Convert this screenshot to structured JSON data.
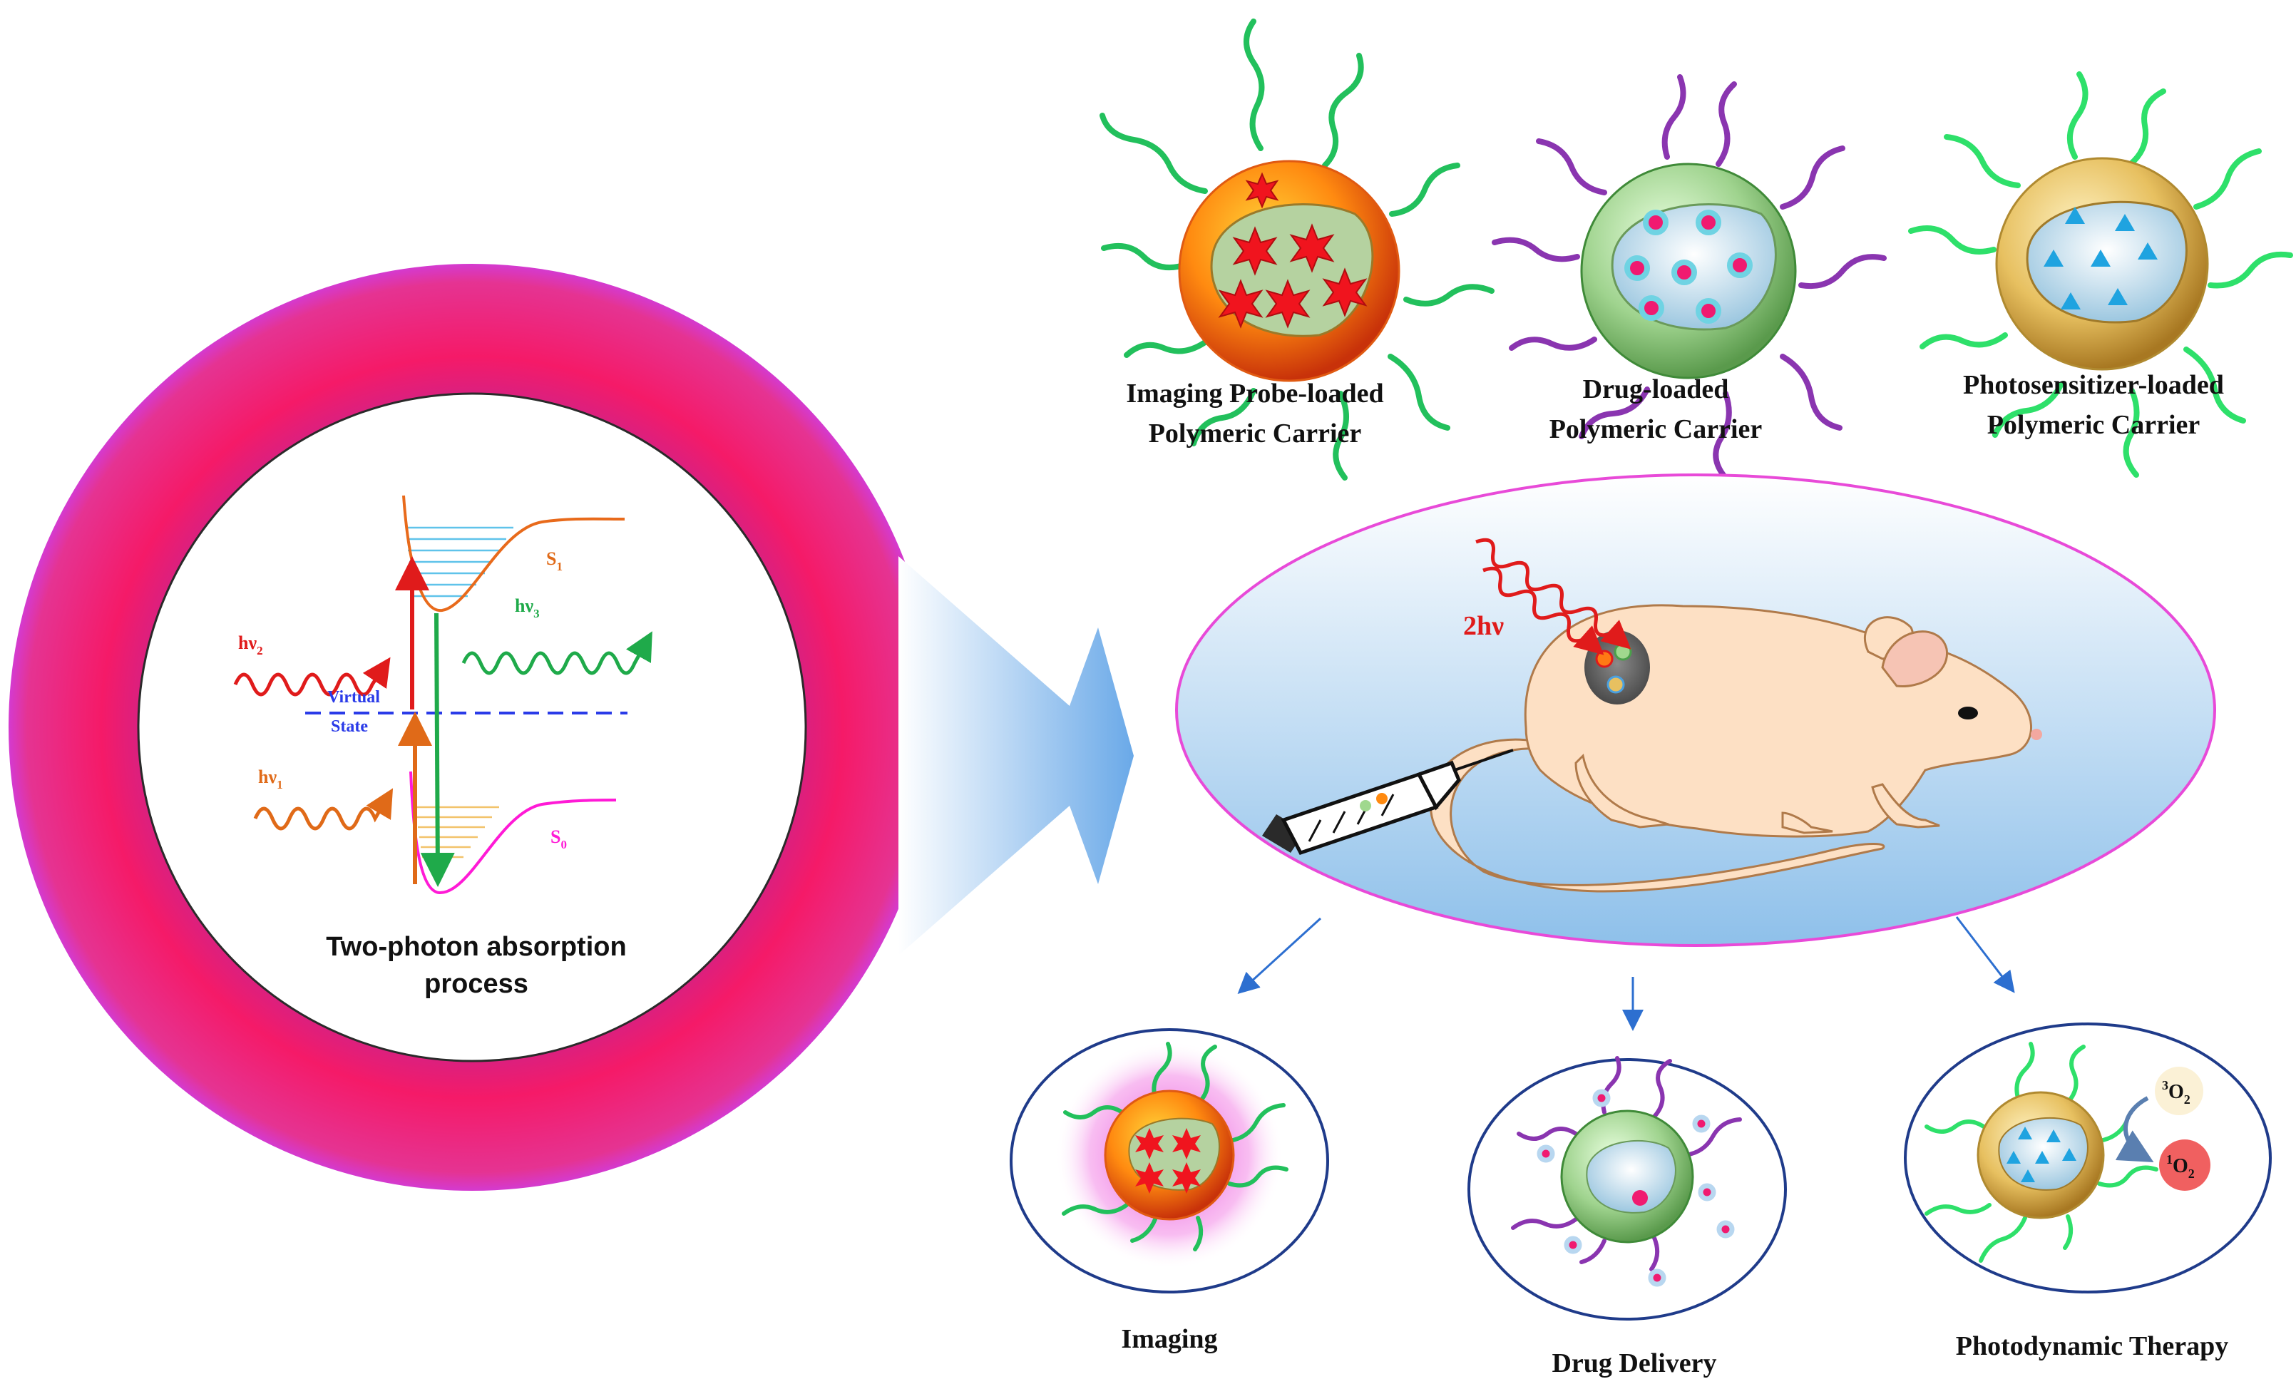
{
  "two_photon": {
    "caption_line1": "Two-photon absorption",
    "caption_line2": "process",
    "s1": "S",
    "s1_sub": "1",
    "s0": "S",
    "s0_sub": "0",
    "virtual_line1": "Virtual",
    "virtual_line2": "State",
    "hv1": "hν",
    "hv1_sub": "1",
    "hv2": "hν",
    "hv2_sub": "2",
    "hv3": "hν",
    "hv3_sub": "3"
  },
  "carriers": [
    {
      "line1": "Imaging Probe-loaded",
      "line2": "Polymeric Carrier"
    },
    {
      "line1": "Drug-loaded",
      "line2": "Polymeric Carrier"
    },
    {
      "line1": "Photosensitizer-loaded",
      "line2": "Polymeric Carrier"
    }
  ],
  "mouse_panel": {
    "label": "2hν"
  },
  "outcomes": {
    "imaging": "Imaging",
    "drug_delivery": "Drug Delivery",
    "pdt": "Photodynamic Therapy",
    "triplet_sup": "3",
    "triplet_base": "O",
    "triplet_sub": "2",
    "singlet_sup": "1",
    "singlet_base": "O",
    "singlet_sub": "2"
  },
  "colors": {
    "ring": "#f0186e",
    "ring_edge": "#e33cd4",
    "lipid_green": "#22c05c",
    "lipid_purple": "#8a35b0",
    "ellipse_border": "#e84ad8",
    "arrow_blue": "#2d6fd0",
    "outcome_border": "#1f3b8a"
  }
}
